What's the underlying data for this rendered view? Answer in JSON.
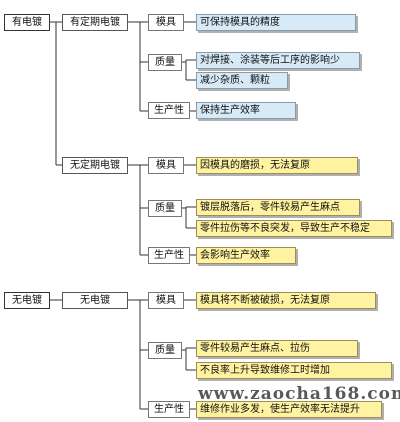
{
  "tree": {
    "electroplated": {
      "root": "有电镀",
      "periodic": {
        "label": "有定期电镀",
        "mold": {
          "label": "模具",
          "items": [
            "可保持模具的精度"
          ]
        },
        "quality": {
          "label": "质量",
          "items": [
            "对焊接、涂装等后工序的影响少",
            "减少杂质、颗粒"
          ]
        },
        "productivity": {
          "label": "生产性",
          "items": [
            "保持生产效率"
          ]
        }
      },
      "nonperiodic": {
        "label": "无定期电镀",
        "mold": {
          "label": "模具",
          "items": [
            "因模具的磨损，无法复原"
          ]
        },
        "quality": {
          "label": "质量",
          "items": [
            "镀层脱落后，零件较易产生麻点",
            "零件拉伤等不良突发，导致生产不稳定"
          ]
        },
        "productivity": {
          "label": "生产性",
          "items": [
            "会影响生产效率"
          ]
        }
      }
    },
    "not_electroplated": {
      "root": "无电镀",
      "branch": {
        "label": "无电镀",
        "mold": {
          "label": "模具",
          "items": [
            "模具将不断被破损，无法复原"
          ]
        },
        "quality": {
          "label": "质量",
          "items": [
            "零件较易产生麻点、拉伤",
            "不良率上升导致维修工时增加"
          ]
        },
        "productivity": {
          "label": "生产性",
          "items": [
            "维修作业多发，使生产效率无法提升"
          ]
        }
      }
    }
  },
  "watermark": "www.zaocha168.com",
  "colors": {
    "positive": "#d6eaf8",
    "negative": "#fff2a0",
    "line": "#333333"
  }
}
